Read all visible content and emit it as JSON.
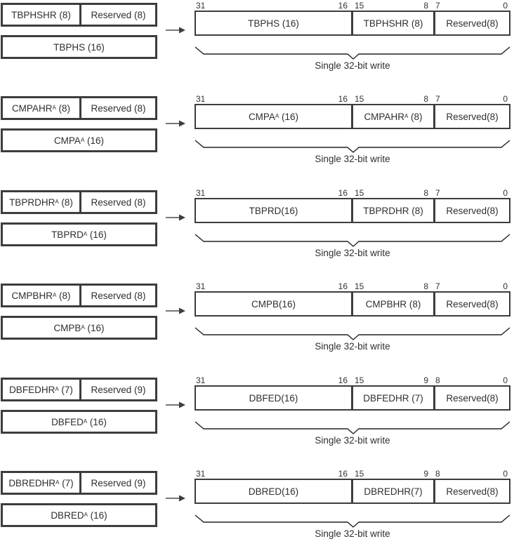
{
  "colors": {
    "background": "#ffffff",
    "box_border": "#3d3d3d",
    "text": "#2f2f2f",
    "bit_label": "#333333",
    "brace_line": "#222222",
    "arrow": "#4a4a4a"
  },
  "rows": [
    {
      "left": {
        "hr": {
          "pre": "TBPHSHR",
          "sup": "",
          "post": " (8)"
        },
        "reserved": {
          "pre": "Reserved",
          "sup": "",
          "post": " (8)"
        },
        "full": {
          "pre": "TBPHS",
          "sup": "",
          "post": " (16)"
        }
      },
      "bits": [
        "31",
        "16",
        "15",
        "8",
        "7",
        "0"
      ],
      "reg": {
        "f1": {
          "pre": "TBPHS",
          "sup": "",
          "post": " (16)"
        },
        "f2": {
          "pre": "TBPHSHR",
          "sup": "",
          "post": " (8)"
        },
        "f3": {
          "pre": "Reserved",
          "sup": "",
          "post": "(8)"
        }
      },
      "caption": "Single 32-bit write"
    },
    {
      "left": {
        "hr": {
          "pre": "CMPAHR",
          "sup": "A",
          "post": " (8)"
        },
        "reserved": {
          "pre": "Reserved",
          "sup": "",
          "post": " (8)"
        },
        "full": {
          "pre": "CMPA",
          "sup": "A",
          "post": " (16)"
        }
      },
      "bits": [
        "31",
        "16",
        "15",
        "8",
        "7",
        "0"
      ],
      "reg": {
        "f1": {
          "pre": "CMPA",
          "sup": "A",
          "post": " (16)"
        },
        "f2": {
          "pre": "CMPAHR",
          "sup": "A",
          "post": " (8)"
        },
        "f3": {
          "pre": "Reserved",
          "sup": "",
          "post": "(8)"
        }
      },
      "caption": "Single 32-bit write"
    },
    {
      "left": {
        "hr": {
          "pre": "TBPRDHR",
          "sup": "A",
          "post": " (8)"
        },
        "reserved": {
          "pre": "Reserved",
          "sup": "",
          "post": " (8)"
        },
        "full": {
          "pre": "TBPRD",
          "sup": "A",
          "post": " (16)"
        }
      },
      "bits": [
        "31",
        "16",
        "15",
        "8",
        "7",
        "0"
      ],
      "reg": {
        "f1": {
          "pre": "TBPRD",
          "sup": "",
          "post": "(16)"
        },
        "f2": {
          "pre": "TBPRDHR",
          "sup": "",
          "post": " (8)"
        },
        "f3": {
          "pre": "Reserved",
          "sup": "",
          "post": "(8)"
        }
      },
      "caption": "Single 32-bit write"
    },
    {
      "left": {
        "hr": {
          "pre": "CMPBHR",
          "sup": "A",
          "post": " (8)"
        },
        "reserved": {
          "pre": "Reserved",
          "sup": "",
          "post": " (8)"
        },
        "full": {
          "pre": "CMPB",
          "sup": "A",
          "post": " (16)"
        }
      },
      "bits": [
        "31",
        "16",
        "15",
        "8",
        "7",
        "0"
      ],
      "reg": {
        "f1": {
          "pre": "CMPB",
          "sup": "",
          "post": "(16)"
        },
        "f2": {
          "pre": "CMPBHR",
          "sup": "",
          "post": " (8)"
        },
        "f3": {
          "pre": "Reserved",
          "sup": "",
          "post": "(8)"
        }
      },
      "caption": "Single 32-bit write"
    },
    {
      "left": {
        "hr": {
          "pre": "DBFEDHR",
          "sup": "A",
          "post": " (7)"
        },
        "reserved": {
          "pre": "Reserved",
          "sup": "",
          "post": " (9)"
        },
        "full": {
          "pre": "DBFED",
          "sup": "A",
          "post": " (16)"
        }
      },
      "bits": [
        "31",
        "16",
        "15",
        "9",
        "8",
        "0"
      ],
      "reg": {
        "f1": {
          "pre": "DBFED",
          "sup": "",
          "post": "(16)"
        },
        "f2": {
          "pre": "DBFEDHR",
          "sup": "",
          "post": " (7)"
        },
        "f3": {
          "pre": "Reserved",
          "sup": "",
          "post": "(8)"
        }
      },
      "caption": "Single 32-bit write"
    },
    {
      "left": {
        "hr": {
          "pre": "DBREDHR",
          "sup": "A",
          "post": " (7)"
        },
        "reserved": {
          "pre": "Reserved",
          "sup": "",
          "post": " (9)"
        },
        "full": {
          "pre": "DBRED",
          "sup": "A",
          "post": " (16)"
        }
      },
      "bits": [
        "31",
        "16",
        "15",
        "9",
        "8",
        "0"
      ],
      "reg": {
        "f1": {
          "pre": "DBRED",
          "sup": "",
          "post": "(16)"
        },
        "f2": {
          "pre": "DBREDHR",
          "sup": "",
          "post": "(7)"
        },
        "f3": {
          "pre": "Reserved",
          "sup": "",
          "post": "(8)"
        }
      },
      "caption": "Single 32-bit write"
    }
  ]
}
